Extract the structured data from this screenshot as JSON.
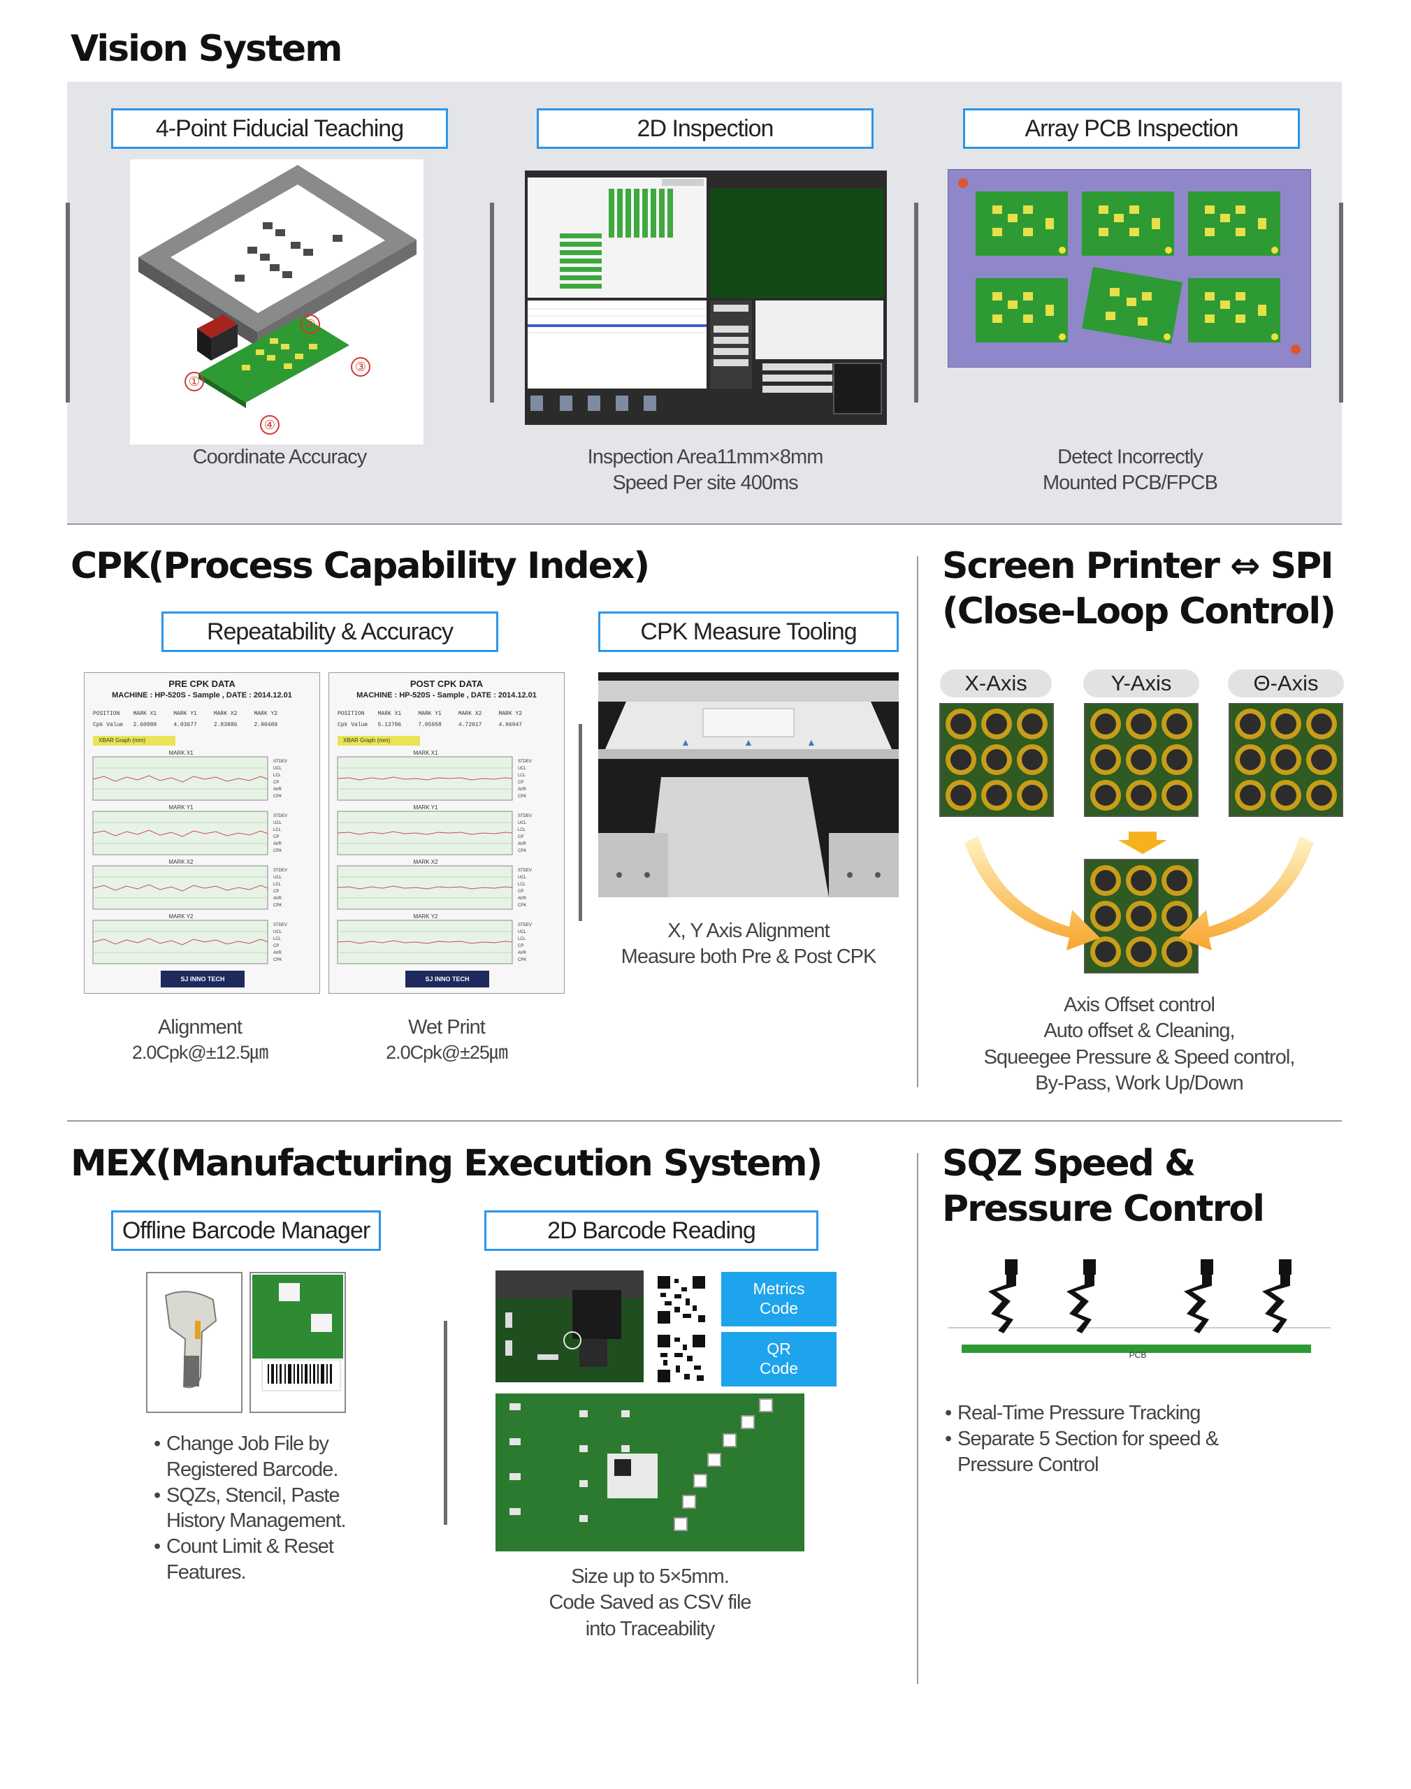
{
  "vision": {
    "title": "Vision System",
    "panels": [
      {
        "label": "4-Point Fiducial Teaching",
        "caption": [
          "Coordinate Accuracy"
        ],
        "markers": [
          "①",
          "②",
          "③",
          "④"
        ]
      },
      {
        "label": "2D Inspection",
        "caption": [
          "Inspection Area11mm×8mm",
          "Speed Per site 400ms"
        ]
      },
      {
        "label": "Array PCB Inspection",
        "caption": [
          "Detect Incorrectly",
          "Mounted PCB/FPCB"
        ]
      }
    ]
  },
  "cpk": {
    "title": "CPK(Process Capability Index)",
    "box_left": "Repeatability & Accuracy",
    "box_right": "CPK Measure Tooling",
    "pre": {
      "title": "PRE CPK DATA",
      "machine": "MACHINE : HP-520S - Sample ,  DATE : 2014.12.01",
      "header": "POSITION    MARK X1     MARK Y1     MARK X2     MARK Y2",
      "values": "Cpk Value   2.60089     4.03677     2.83886     2.90489",
      "graph_tag": "XBAR Graph (mm)",
      "marks": [
        "MARK X1",
        "MARK Y1",
        "MARK X2",
        "MARK Y2"
      ],
      "footer": "SJ INNO TECH"
    },
    "post": {
      "title": "POST CPK DATA",
      "machine": "MACHINE : HP-520S - Sample ,  DATE : 2014.12.01",
      "header": "POSITION    MARK X1     MARK Y1     MARK X2     MARK Y2",
      "values": "Cpk Value   5.13786     7.05958     4.72917     4.96947",
      "graph_tag": "XBAR Graph (mm)",
      "marks": [
        "MARK X1",
        "MARK Y1",
        "MARK X2",
        "MARK Y2"
      ],
      "footer": "SJ INNO TECH"
    },
    "captions": [
      {
        "title": "Alignment",
        "value": "2.0Cpk@±12.5㎛"
      },
      {
        "title": "Wet Print",
        "value": "2.0Cpk@±25㎛"
      }
    ],
    "tooling_caption": [
      "X, Y Axis Alignment",
      "Measure both Pre & Post CPK"
    ]
  },
  "spi": {
    "title": [
      "Screen Printer ⇔ SPI",
      "(Close-Loop Control)"
    ],
    "axes": [
      "X-Axis",
      "Y-Axis",
      "Θ-Axis"
    ],
    "caption": [
      "Axis Offset control",
      "Auto offset & Cleaning,",
      "Squeegee Pressure & Speed control,",
      "By-Pass, Work Up/Down"
    ]
  },
  "mex": {
    "title": "MEX(Manufacturing Execution System)",
    "box_left": "Offline Barcode Manager",
    "box_right": "2D Barcode Reading",
    "bullets": [
      "Change Job File by",
      "Registered Barcode.",
      "SQZs, Stencil, Paste",
      "History Management.",
      "Count Limit & Reset",
      "Features."
    ],
    "code_boxes": [
      [
        "Metrics",
        "Code"
      ],
      [
        "QR",
        "Code"
      ]
    ],
    "reading_caption": [
      "Size up to 5×5mm.",
      "Code Saved as CSV file",
      "into Traceability"
    ]
  },
  "sqz": {
    "title": [
      "SQZ Speed &",
      "Pressure Control"
    ],
    "pcb_label": "PCB",
    "bullets": [
      "Real-Time Pressure Tracking",
      "Separate 5 Section for speed &",
      "Pressure Control"
    ]
  },
  "colors": {
    "accent": "#2e95e6",
    "panel_bg": "#e3e5e8",
    "pcb_green": "#2e9a33"
  }
}
